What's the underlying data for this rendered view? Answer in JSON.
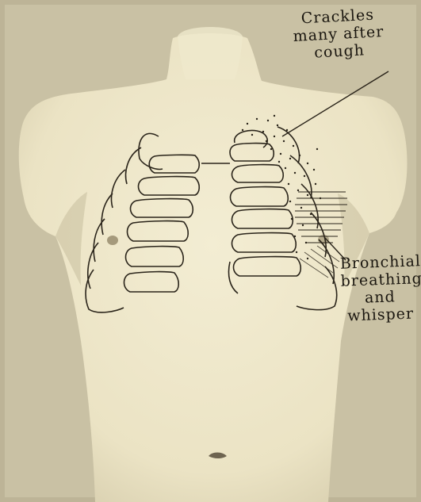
{
  "figure": {
    "labels": {
      "crackles": [
        "Crackles",
        "many after",
        "cough"
      ],
      "bronchial": [
        "Bronchial",
        "breathing",
        "and",
        "whisper"
      ]
    },
    "colors": {
      "background": "#c7bfa3",
      "skin": "#efe8cc",
      "ink": "#2a241a"
    }
  }
}
